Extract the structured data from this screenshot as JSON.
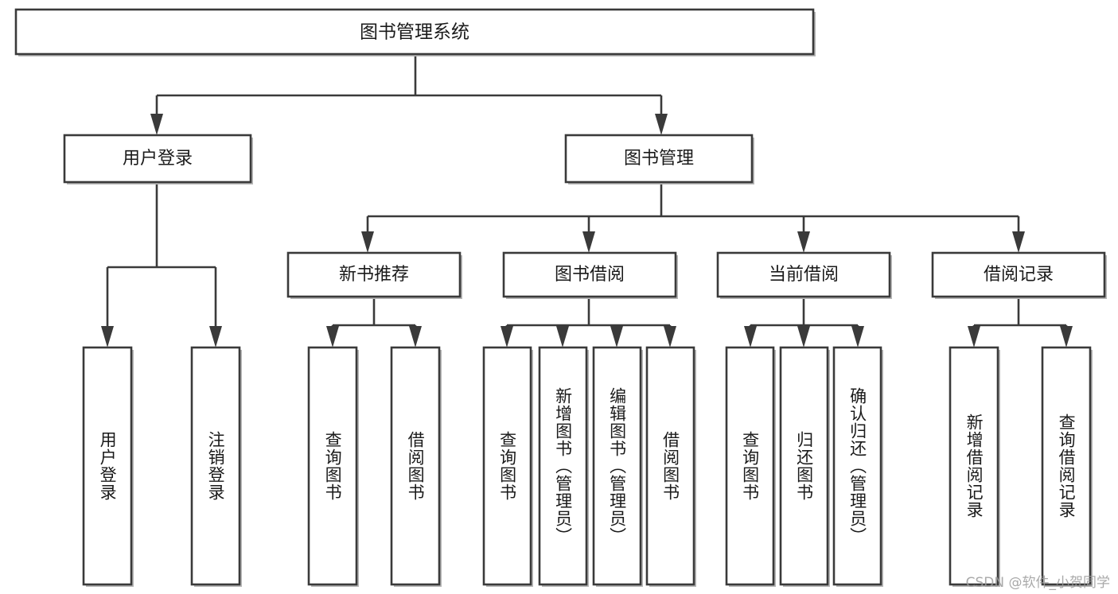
{
  "diagram": {
    "type": "tree",
    "title": "图书管理系统",
    "orientation": "top-down",
    "watermark": "CSDN @软件_小贺同学",
    "colors": {
      "stroke": "#3a3a3a",
      "fill": "#ffffff",
      "text": "#1a1a1a",
      "watermark": "#9b9b9b"
    },
    "nodes": {
      "root": {
        "label": "图书管理系统"
      },
      "level2": [
        {
          "id": "user-login",
          "label": "用户登录"
        },
        {
          "id": "book-management",
          "label": "图书管理"
        }
      ],
      "level3": [
        {
          "id": "new-book-recommend",
          "label": "新书推荐"
        },
        {
          "id": "book-borrow",
          "label": "图书借阅"
        },
        {
          "id": "current-borrow",
          "label": "当前借阅"
        },
        {
          "id": "borrow-record",
          "label": "借阅记录"
        }
      ],
      "leaves": {
        "user-login": [
          {
            "id": "leaf-user-login",
            "label": "用户登录"
          },
          {
            "id": "leaf-user-logout",
            "label": "注销登录"
          }
        ],
        "new-book-recommend": [
          {
            "id": "leaf-query-book-1",
            "label": "查询图书"
          },
          {
            "id": "leaf-borrow-book-1",
            "label": "借阅图书"
          }
        ],
        "book-borrow": [
          {
            "id": "leaf-query-book-2",
            "label": "查询图书"
          },
          {
            "id": "leaf-add-book",
            "label": "新增图书（管理员）"
          },
          {
            "id": "leaf-edit-book",
            "label": "编辑图书（管理员）"
          },
          {
            "id": "leaf-borrow-book-2",
            "label": "借阅图书"
          }
        ],
        "current-borrow": [
          {
            "id": "leaf-query-book-3",
            "label": "查询图书"
          },
          {
            "id": "leaf-return-book",
            "label": "归还图书"
          },
          {
            "id": "leaf-confirm-return",
            "label": "确认归还（管理员）"
          }
        ],
        "borrow-record": [
          {
            "id": "leaf-add-record",
            "label": "新增借阅记录"
          },
          {
            "id": "leaf-query-record",
            "label": "查询借阅记录"
          }
        ]
      }
    }
  }
}
